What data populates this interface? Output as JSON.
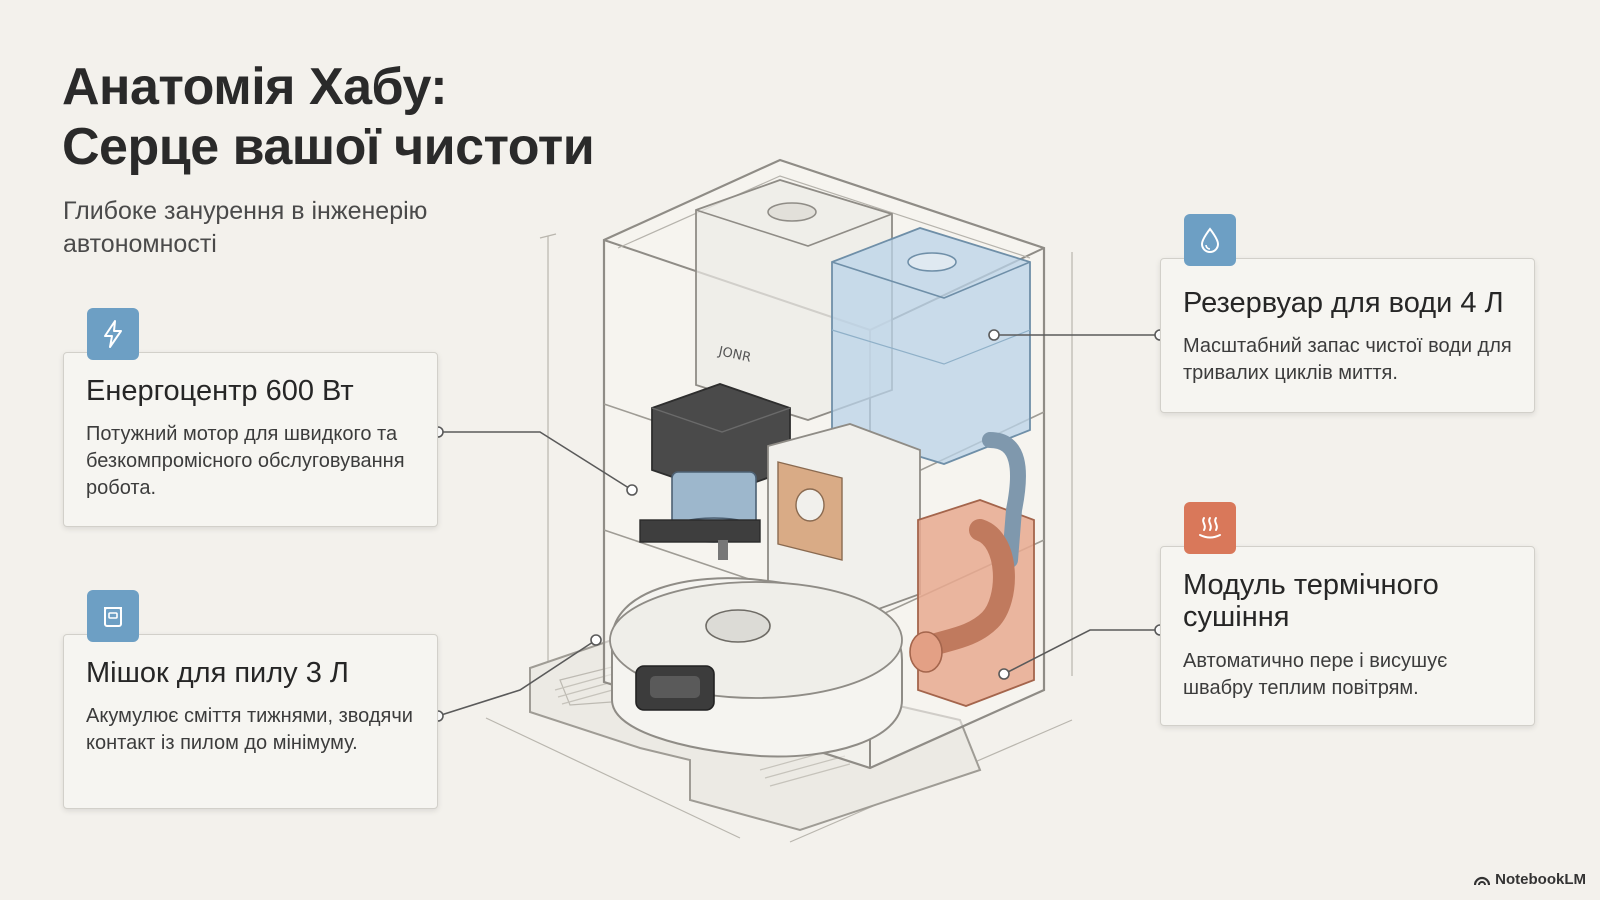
{
  "title": {
    "line1": "Анатомія Хабу:",
    "line2": "Серце вашої чистоти"
  },
  "subtitle": "Глибоке занурення в інженерію автономності",
  "cards": {
    "power": {
      "icon": "lightning-icon",
      "title": "Енергоцентр 600 Вт",
      "text": "Потужний мотор для швидкого та безкомпромісного обслуговування робота."
    },
    "dustbag": {
      "icon": "bag-icon",
      "title": "Мішок для пилу 3 Л",
      "text": "Акумулює сміття тижнями, зводячи контакт із пилом до мінімуму."
    },
    "water": {
      "icon": "water-drop-icon",
      "title": "Резервуар для води 4 Л",
      "text": "Масштабний запас чистої води для тривалих циклів миття."
    },
    "drying": {
      "icon": "heat-waves-icon",
      "title": "Модуль термічного сушіння",
      "text": "Автоматично пере і висушує швабру теплим повітрям."
    }
  },
  "illustration": {
    "tank_label": "JONR"
  },
  "brand": "NotebookLM",
  "colors": {
    "background": "#f3f1ec",
    "accent_blue": "#6d9fc4",
    "accent_orange": "#d9785a",
    "water_fill": "#b9d3e8",
    "heater_fill": "#e8a98f"
  }
}
